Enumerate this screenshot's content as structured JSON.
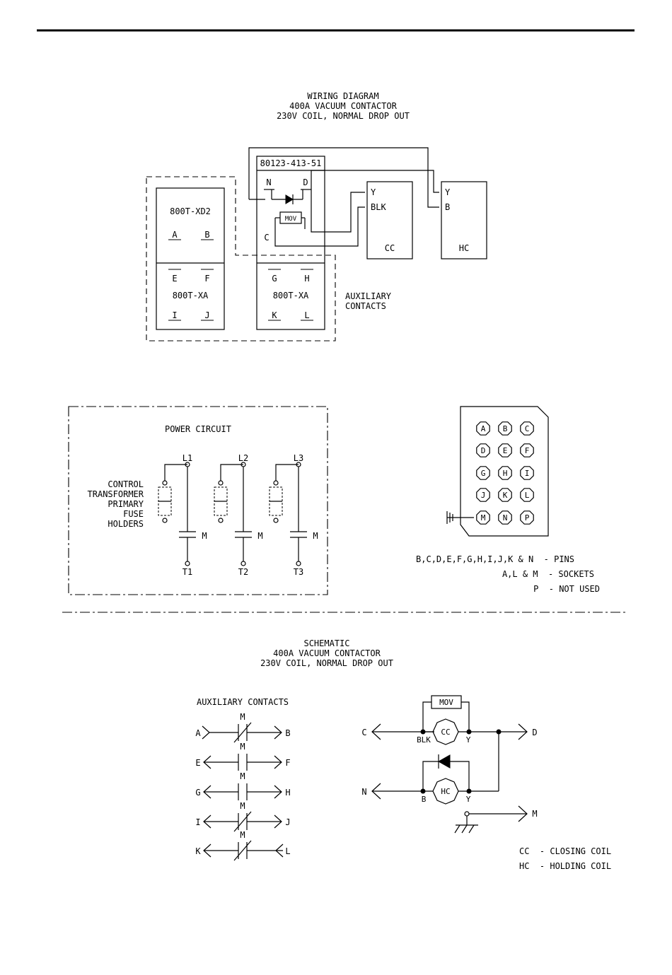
{
  "wiring": {
    "title": [
      "WIRING DIAGRAM",
      "400A VACUUM CONTACTOR",
      "230V COIL, NORMAL DROP OUT"
    ],
    "part_number": "80123-413-51",
    "left_top_module": "800T-XD2",
    "left_bottom_module": "800T-XA",
    "right_bottom_module": "800T-XA",
    "contacts_left": [
      "A",
      "B",
      "E",
      "F",
      "I",
      "J"
    ],
    "contacts_right": [
      "G",
      "H",
      "K",
      "L"
    ],
    "board_terms": [
      "N",
      "D",
      "C"
    ],
    "mov": "MOV",
    "cc_terms": [
      "Y",
      "BLK"
    ],
    "cc": "CC",
    "hc_terms": [
      "Y",
      "B"
    ],
    "hc": "HC",
    "aux_label": [
      "AUXILIARY",
      "CONTACTS"
    ]
  },
  "power": {
    "title": "POWER CIRCUIT",
    "fuse_label": [
      "CONTROL",
      "TRANSFORMER",
      "PRIMARY",
      "FUSE",
      "HOLDERS"
    ],
    "lines": [
      "L1",
      "L2",
      "L3"
    ],
    "loads": [
      "T1",
      "T2",
      "T3"
    ],
    "contact": "M"
  },
  "connector": {
    "pins": [
      [
        "A",
        "B",
        "C"
      ],
      [
        "D",
        "E",
        "F"
      ],
      [
        "G",
        "H",
        "I"
      ],
      [
        "J",
        "K",
        "L"
      ],
      [
        "M",
        "N",
        "P"
      ]
    ],
    "legend": [
      "B,C,D,E,F,G,H,I,J,K & N  - PINS",
      "A,L & M  - SOCKETS",
      "P  - NOT USED"
    ]
  },
  "schematic": {
    "title": [
      "SCHEMATIC",
      "400A VACUUM CONTACTOR",
      "230V COIL, NORMAL DROP OUT"
    ],
    "aux_title": "AUXILIARY CONTACTS",
    "aux_left": [
      "A",
      "E",
      "G",
      "I",
      "K"
    ],
    "aux_right": [
      "B",
      "F",
      "H",
      "J",
      "L"
    ],
    "contact": "M",
    "terms": {
      "c": "C",
      "d": "D",
      "n": "N",
      "m": "M",
      "blk": "BLK",
      "y": "Y",
      "b": "B"
    },
    "mov": "MOV",
    "cc": "CC",
    "hc": "HC",
    "legend": [
      "CC  - CLOSING COIL",
      "HC  - HOLDING COIL"
    ]
  }
}
